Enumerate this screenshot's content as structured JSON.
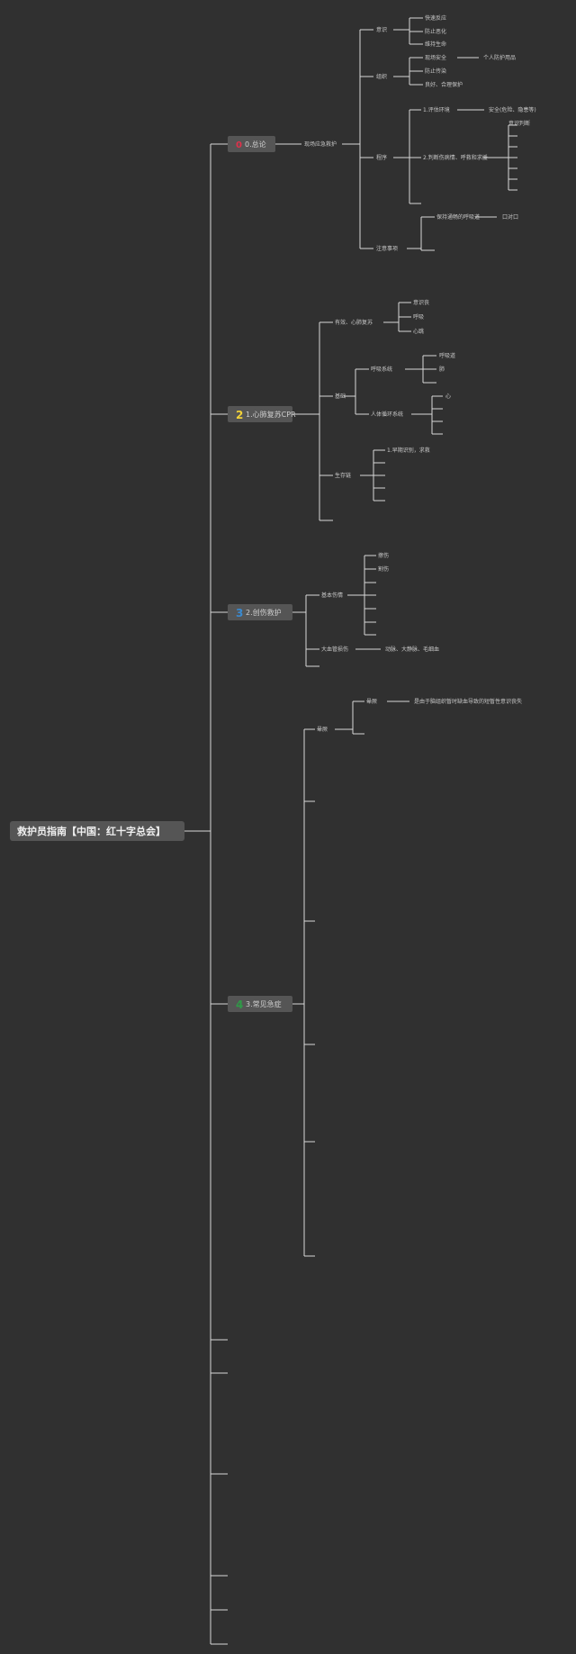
{
  "root": "救护员指南【中国：红十字总会】",
  "sections": [
    {
      "num": "0",
      "label": "0.总论",
      "num_color": "#e0314b"
    },
    {
      "num": "2",
      "label": "1.心肺复苏CPR",
      "num_color": "#f3d338"
    },
    {
      "num": "3",
      "label": "2.创伤救护",
      "num_color": "#3a8ad0"
    },
    {
      "num": "4",
      "label": "3.常见急症",
      "num_color": "#2f9a47"
    }
  ],
  "nodes": {
    "s0_a": "现场应急救护",
    "s0_b1": "意识",
    "s0_b2": "组织",
    "s0_b3": "程序",
    "s0_b4": "注意事项",
    "s0_c1": "快速反应",
    "s0_c2": "防止恶化",
    "s0_c3": "维持生命",
    "s0_c4": "现场安全",
    "s0_c5": "防止传染",
    "s0_c6": "良好、合理保护",
    "s0_c7": "个人防护用品",
    "s0_c8": "1.评估环境",
    "s0_c9": "安全(危险、隐患等)",
    "s0_c10": "2.判断伤病情、呼救和求援",
    "s0_c11": "意识判断",
    "s0_c12": "保持通畅的呼吸道",
    "s0_c13": "口对口",
    "s1_a": "有效、心肺复苏",
    "s1_a1": "意识丧",
    "s1_a2": "呼吸",
    "s1_a3": "心跳",
    "s1_b": "基础",
    "s1_b1": "呼吸系统",
    "s1_b1a": "呼吸道",
    "s1_b1b": "肺",
    "s1_b2": "人体循环系统",
    "s1_b2a": "心",
    "s1_c": "生存链",
    "s1_c1": "1.早期识别，求救",
    "s2_a": "基本伤情",
    "s2_a1": "擦伤",
    "s2_a2": "割伤",
    "s2_b": "大血管损伤",
    "s2_b1": "动脉、大静脉、毛细血",
    "s3_a": "晕厥",
    "s3_a1": "晕厥",
    "s3_a2": "是由于脑组织暂时缺血导致的短暂性意识丧失"
  }
}
